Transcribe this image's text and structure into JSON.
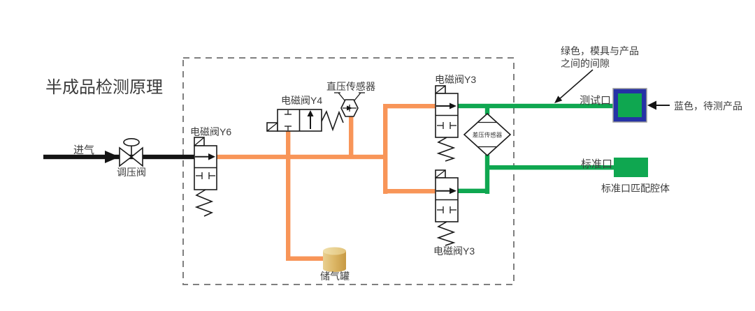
{
  "title": "半成品检测原理",
  "colors": {
    "pipe_orange": "#F89558",
    "pipe_green": "#0FA750",
    "product_blue": "#2532A6",
    "tank_gold": "#D9B05C",
    "line_black": "#141414",
    "dash_gray": "#7f7f7f"
  },
  "inlet": {
    "label": "进气",
    "regulator_label": "调压阀"
  },
  "valves": {
    "y6_label": "电磁阀Y6",
    "y4_label": "电磁阀Y4",
    "y3_top_label": "电磁阀Y3",
    "y3_bottom_label": "电磁阀Y3"
  },
  "sensors": {
    "direct_label": "直压传感器",
    "differential_label": "差压传感器"
  },
  "ports": {
    "test_label": "测试口",
    "standard_label": "标准口",
    "standard_cavity_label": "标准口匹配腔体"
  },
  "tank": {
    "label": "储气罐"
  },
  "annotations": {
    "green_line1": "绿色，模具与产品",
    "green_line2": "之间的间隙",
    "blue_label": "蓝色，待测产品"
  }
}
